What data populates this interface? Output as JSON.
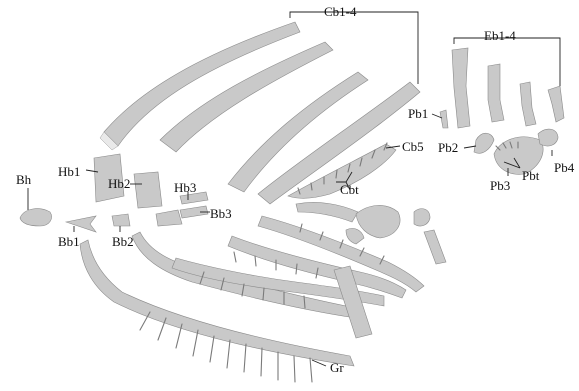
{
  "labels": {
    "bh": "Bh",
    "bb1": "Bb1",
    "hb1": "Hb1",
    "bb2": "Bb2",
    "hb2": "Hb2",
    "hb3": "Hb3",
    "bb3": "Bb3",
    "cb14": "Cb1-4",
    "cb5": "Cb5",
    "cbt": "Cbt",
    "eb14": "Eb1-4",
    "pb1": "Pb1",
    "pb2": "Pb2",
    "pb3": "Pb3",
    "pbt": "Pbt",
    "pb4": "Pb4",
    "gr": "Gr"
  },
  "colors": {
    "bone_fill": "#c9c9c9",
    "bone_outline": "#8a8a8a",
    "label_text": "#111111"
  }
}
